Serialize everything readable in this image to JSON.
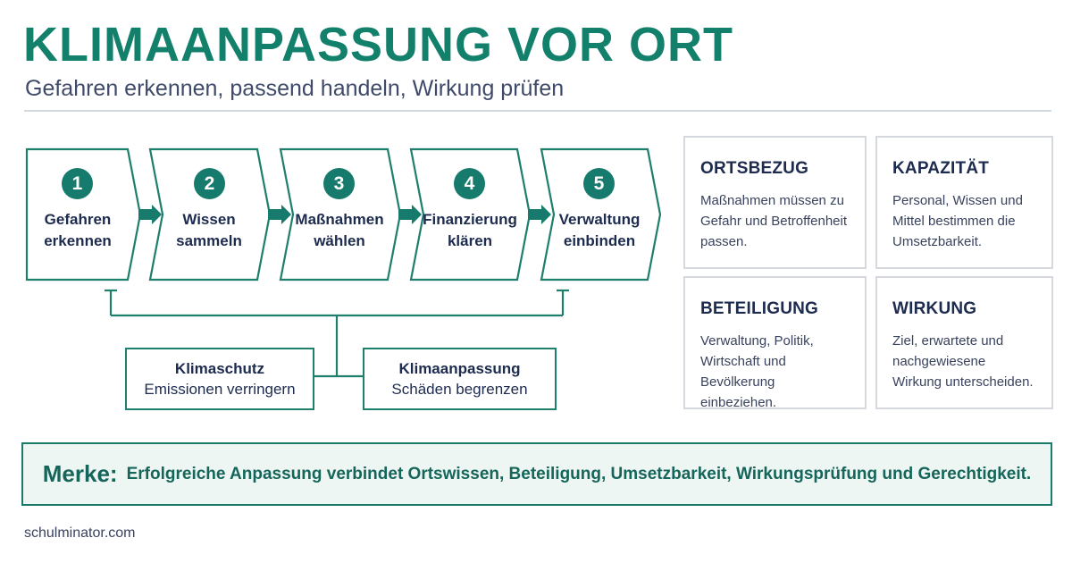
{
  "header": {
    "title": "KLIMAANPASSUNG VOR ORT",
    "subtitle": "Gefahren erkennen, passend handeln, Wirkung prüfen"
  },
  "steps": [
    {
      "number": "1",
      "line1": "Gefahren",
      "line2": "erkennen"
    },
    {
      "number": "2",
      "line1": "Wissen",
      "line2": "sammeln"
    },
    {
      "number": "3",
      "line1": "Maßnahmen",
      "line2": "wählen"
    },
    {
      "number": "4",
      "line1": "Finanzierung",
      "line2": "klären"
    },
    {
      "number": "5",
      "line1": "Verwaltung",
      "line2": "einbinden"
    }
  ],
  "bottom_boxes": [
    {
      "title": "Klimaschutz",
      "text": "Emissionen verringern"
    },
    {
      "title": "Klimaanpassung",
      "text": "Schäden begrenzen"
    }
  ],
  "cards": [
    {
      "title": "ORTSBEZUG",
      "text": "Maßnahmen müssen zu Gefahr und Betroffenheit passen."
    },
    {
      "title": "KAPAZITÄT",
      "text": "Personal, Wissen und Mittel bestimmen die Umsetzbarkeit."
    },
    {
      "title": "BETEILIGUNG",
      "text": "Verwaltung, Politik, Wirtschaft und Bevölkerung einbeziehen."
    },
    {
      "title": "WIRKUNG",
      "text": "Ziel, erwartete und nachgewiesene Wirkung unterscheiden."
    }
  ],
  "merke": {
    "label": "Merke:",
    "text": "Erfolgreiche Anpassung verbindet Ortswissen, Beteiligung, Umsetzbarkeit, Wirkungsprüfung und Gerechtigkeit."
  },
  "footer": {
    "text": "schulminator.com"
  },
  "colors": {
    "accent": "#13806c",
    "dark_green": "#167b6c",
    "navy": "#1d2b4f",
    "merke_bg": "#eef6f3",
    "card_border": "#d5d9dd"
  }
}
